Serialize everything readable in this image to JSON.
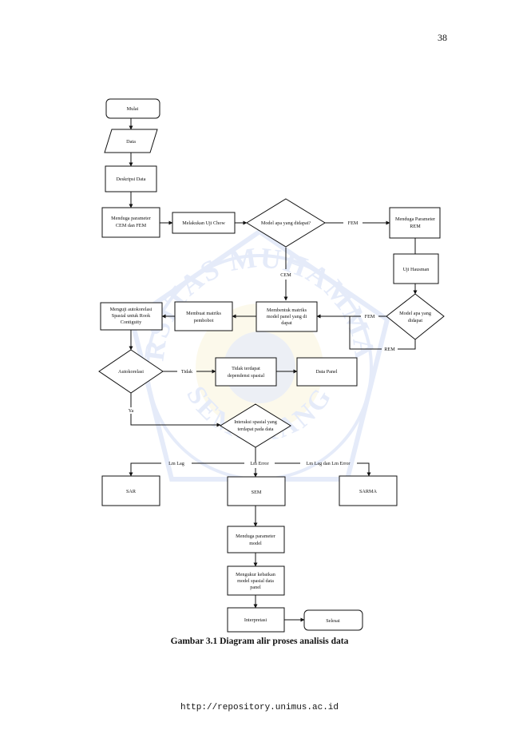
{
  "page_number": "38",
  "watermark": {
    "arc_top": "UNIVERSITAS MUHAMMADIYAH",
    "arc_bottom": "SEMARANG",
    "color": "#3f6fd8"
  },
  "nodes": {
    "mulai": "Mulai",
    "data": "Data",
    "deskripsi": "Deskripsi Data",
    "menduga_cem_fem": [
      "Menduga parameter",
      "CEM dan FEM"
    ],
    "uji_chow": "Melakukan Uji Chow",
    "model_didapat": "Model apa yang didapat?",
    "menduga_rem": [
      "Menduga Parameter",
      "REM"
    ],
    "uji_hausman": "Uji Hausman",
    "model_didapat2": [
      "Model apa yang",
      "didapat"
    ],
    "membentuk_matriks": [
      "Membentuk matriks",
      "model panel yang di",
      "dapat"
    ],
    "matriks_pembobot": [
      "Membuat matriks",
      "pembobot"
    ],
    "uji_autokorelasi": [
      "Menguji autokorelasi",
      "Spasial untuk Rook",
      "Contiguity"
    ],
    "autokorelasi": "Autokorelasi",
    "tidak_dependensi": [
      "Tidak terdapat",
      "dependensi spasial"
    ],
    "data_panel": "Data Panel",
    "interaksi": [
      "Interaksi spasial yang",
      "terdapat pada data"
    ],
    "sar": "SAR",
    "sem": "SEM",
    "sarma": "SARMA",
    "menduga_model": [
      "Menduga parameter",
      "model"
    ],
    "mengukur": [
      "Mengukur kebaikan",
      "model spasial data",
      "panel"
    ],
    "interpretasi": "Interpretasi",
    "selesai": "Selesai"
  },
  "edge_labels": {
    "fem1": "FEM",
    "cem": "CEM",
    "fem2": "FEM",
    "rem": "REM",
    "tidak": "Tidak",
    "ya": "Ya",
    "lm_lag": "Lm Lag",
    "lm_error": "Lm Error",
    "lm_lag_error": "Lm Lag dan Lm Error"
  },
  "caption": "Gambar 3.1 Diagram alir proses analisis data",
  "footer_url": "http://repository.unimus.ac.id"
}
